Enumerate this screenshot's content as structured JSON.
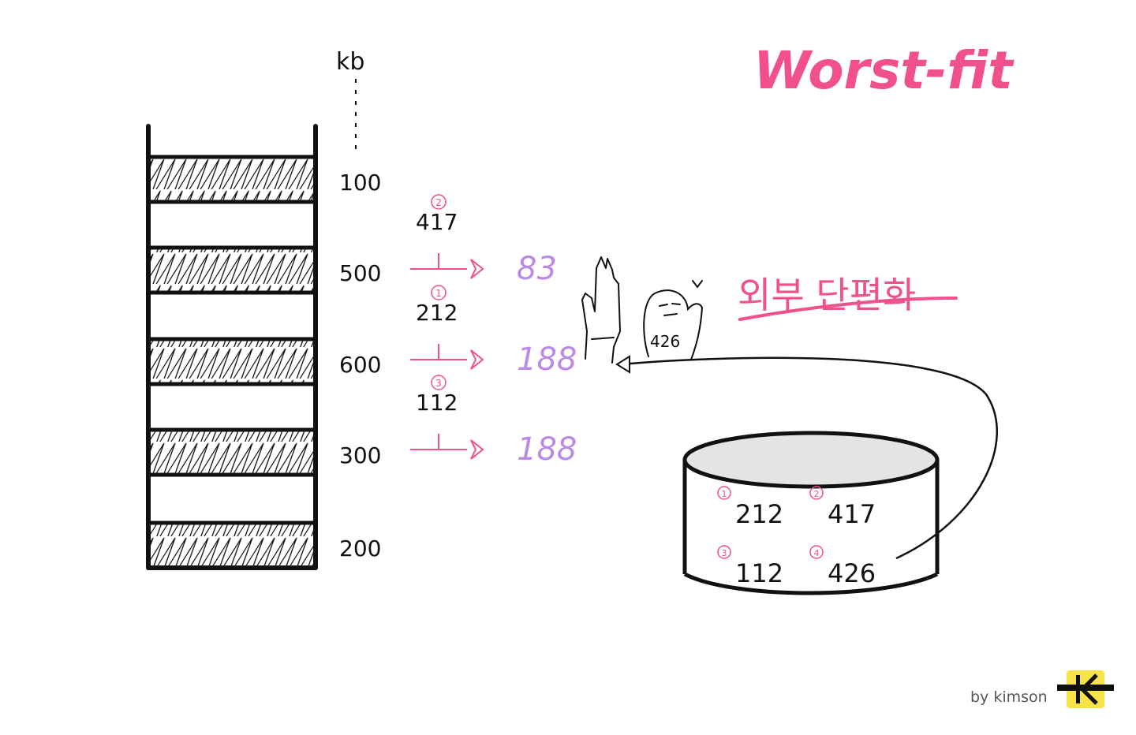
{
  "title": "Worst-fit",
  "unit_label": "kb",
  "memory_blocks": [
    {
      "size": "100"
    },
    {
      "size": "500"
    },
    {
      "size": "600"
    },
    {
      "size": "300"
    },
    {
      "size": "200"
    }
  ],
  "allocations": [
    {
      "order": "2",
      "process": "417",
      "remaining": "83"
    },
    {
      "order": "1",
      "process": "212",
      "remaining": "188"
    },
    {
      "order": "3",
      "process": "112",
      "remaining": "188"
    }
  ],
  "rejected_process": "426",
  "fragmentation_label": "외부 단편화",
  "queue": [
    {
      "order": "1",
      "process": "212"
    },
    {
      "order": "2",
      "process": "417"
    },
    {
      "order": "3",
      "process": "112"
    },
    {
      "order": "4",
      "process": "426"
    }
  ],
  "credit": "by kimson",
  "logo_letter": "K",
  "colors": {
    "accent_pink": "#f0508c",
    "remaining_purple": "#b98be6",
    "ink": "#111111",
    "logo_yellow": "#f7e24a"
  }
}
